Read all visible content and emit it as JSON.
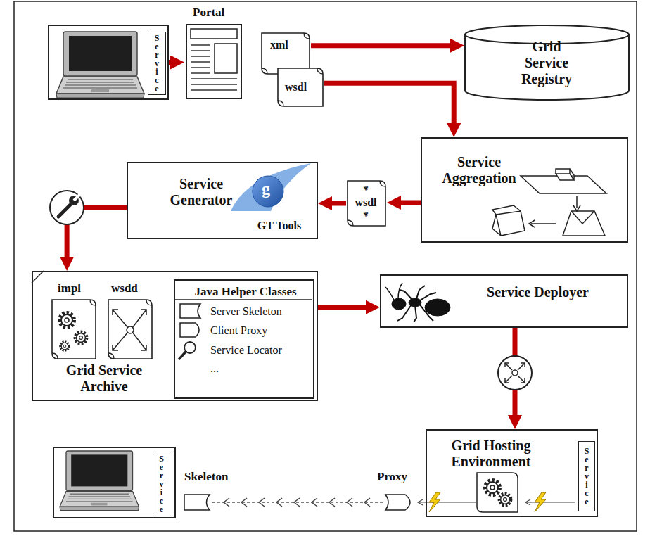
{
  "diagram": {
    "nodes": [
      {
        "text": [
          "Service"
        ]
      },
      {
        "text": [
          "Portal"
        ]
      },
      {
        "text": [
          "xml"
        ]
      },
      {
        "text": [
          "wsdl"
        ]
      },
      {
        "text": [
          "Grid Service Registry"
        ]
      },
      {
        "text": [
          "Service Aggregation"
        ]
      },
      {
        "text": [
          "* wsdl *"
        ]
      },
      {
        "text": [
          "Service Generator",
          "GT Tools"
        ]
      },
      {
        "text": [
          "Grid Service Archive"
        ]
      },
      {
        "text": [
          "impl"
        ],
        "in": 8
      },
      {
        "text": [
          "wsdd"
        ],
        "in": 8
      },
      {
        "text": [
          "Java Helper Classes",
          "Server Skeleton",
          "Client Proxy",
          "Service Locator",
          "..."
        ],
        "in": 8
      },
      {
        "text": [
          "Service Deployer"
        ]
      },
      {
        "text": [
          "Grid Hosting Environment"
        ]
      },
      {
        "text": [
          "Service"
        ],
        "in": 13
      },
      {
        "text": [
          "Service"
        ]
      }
    ],
    "edges": [
      {
        "from": 0,
        "to": 1,
        "arrow": "to"
      },
      {
        "from": 2,
        "to": 4,
        "arrow": "to"
      },
      {
        "from": 3,
        "to": 5,
        "arrow": "to"
      },
      {
        "from": 5,
        "to": 6,
        "arrow": "to"
      },
      {
        "from": 6,
        "to": 7,
        "arrow": "to"
      },
      {
        "from": 7,
        "to": 8,
        "arrow": "to"
      },
      {
        "from": 8,
        "to": 12,
        "arrow": "to"
      },
      {
        "from": 12,
        "to": 13,
        "arrow": "to"
      }
    ],
    "labels": [
      "g",
      "Skeleton",
      "Proxy"
    ]
  }
}
